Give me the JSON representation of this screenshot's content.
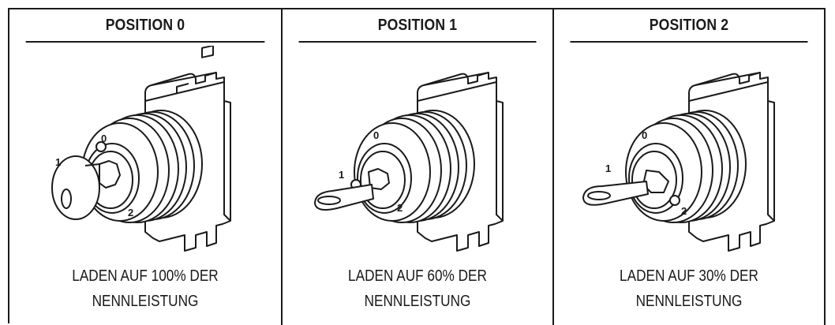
{
  "columns": [
    {
      "heading": "POSITION 0",
      "caption_line1": "LADEN AUF 100% DER",
      "caption_line2": "NENNLEISTUNG",
      "key_position": "0"
    },
    {
      "heading": "POSITION 1",
      "caption_line1": "LADEN AUF 60% DER",
      "caption_line2": "NENNLEISTUNG",
      "key_position": "1"
    },
    {
      "heading": "POSITION 2",
      "caption_line1": "LADEN AUF 30% DER",
      "caption_line2": "NENNLEISTUNG",
      "key_position": "2"
    }
  ],
  "switch_labels": {
    "pos0": "0",
    "pos1": "1",
    "pos2": "2"
  },
  "colors": {
    "line": "#1a1a1a",
    "background": "#ffffff"
  },
  "icons": {
    "switch": "key-switch-icon",
    "key": "key-icon"
  }
}
